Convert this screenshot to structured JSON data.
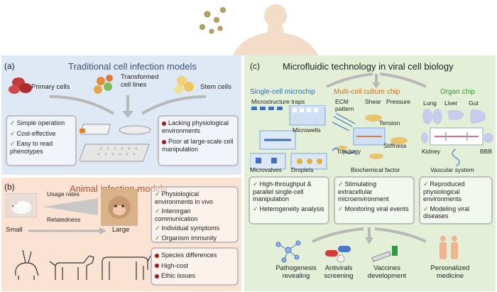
{
  "panel_a": {
    "label": "(a)",
    "title": "Traditional cell infection models",
    "cells": [
      "Primary cells",
      "Transformed cell lines",
      "Stem cells"
    ],
    "pros": [
      "Simple operation",
      "Cost-effective",
      "Easy to read phenotypes"
    ],
    "cons": [
      "Lacking physiological environments",
      "Poor at large-scale cell manipulation"
    ]
  },
  "panel_b": {
    "label": "(b)",
    "title": "Animal infection models",
    "usage_rates": "Usage rates",
    "relatedness": "Relatedness",
    "small": "Small",
    "large": "Large",
    "pros": [
      "Physiological environments in vivo",
      "Interorgan communication",
      "Individual symptoms",
      "Organism immunity"
    ],
    "cons": [
      "Species differences",
      "High-cost",
      "Ethic issues"
    ]
  },
  "panel_c": {
    "label": "(c)",
    "title": "Microfluidic technology in viral cell biology",
    "single": {
      "title": "Single-cell microchip",
      "items": [
        "Microstructure traps",
        "Microwells",
        "Microvalves",
        "Droplets"
      ],
      "benefits": [
        "High-throughput & parallel single-cell manipulation",
        "Heterogeneity analysis"
      ]
    },
    "multi": {
      "title": "Multi-cell culture chip",
      "items": [
        "ECM pattern",
        "Shear",
        "Pressure",
        "Tension",
        "Topology",
        "Stiffness",
        "Biochemical factor"
      ],
      "benefits": [
        "Stimulating extracellular microenvironment",
        "Monitoring viral events"
      ]
    },
    "organ": {
      "title": "Organ chip",
      "items": [
        "Lung",
        "Liver",
        "Gut",
        "Kidney",
        "BBB",
        "Vascular system"
      ],
      "benefits": [
        "Reproduced physiological environments",
        "Modeling viral diseases"
      ]
    },
    "applications": [
      "Pathogenesis revealing",
      "Antivirals screening",
      "Vaccines development",
      "Personalized medicine"
    ]
  }
}
